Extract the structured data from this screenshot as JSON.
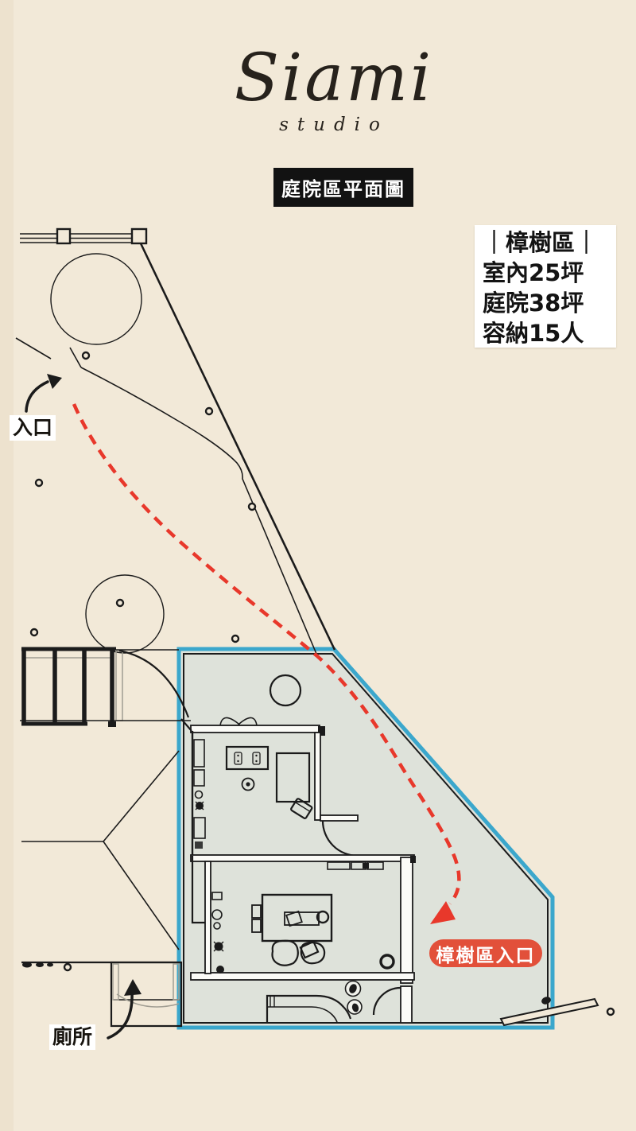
{
  "logo": {
    "brand": "Siami",
    "sub": "studio"
  },
  "header": {
    "title_badge": "庭院區平面圖"
  },
  "info_box": {
    "lines": [
      "｜樟樹區｜",
      "室內25坪",
      "庭院38坪",
      "容納15人"
    ]
  },
  "labels": {
    "entrance": "入口",
    "toilet": "廁所",
    "zone_entrance": "樟樹區入口"
  },
  "icons": {
    "entrance_arrow": "curved-arrow-up-right",
    "toilet_arrow": "curved-arrow-up",
    "route_arrow": "dashed-route-arrowhead-down-left",
    "trees": "circle-canopy",
    "shrub_dots": "small-ring-dot"
  },
  "colors": {
    "background": "#f2e9d8",
    "background_edge": "#e9ddc7",
    "plan_line": "#1b1b1b",
    "highlight_fill": "#dee2da",
    "highlight_border": "#3ba7cc",
    "route_red": "#e8382b",
    "zone_badge_bg": "#e2503a",
    "title_badge_bg": "#121212",
    "label_bg": "#ffffff",
    "ink": "#27221c",
    "wall_fill": "#fbfbf7",
    "soft_gray": "#a09d92"
  }
}
